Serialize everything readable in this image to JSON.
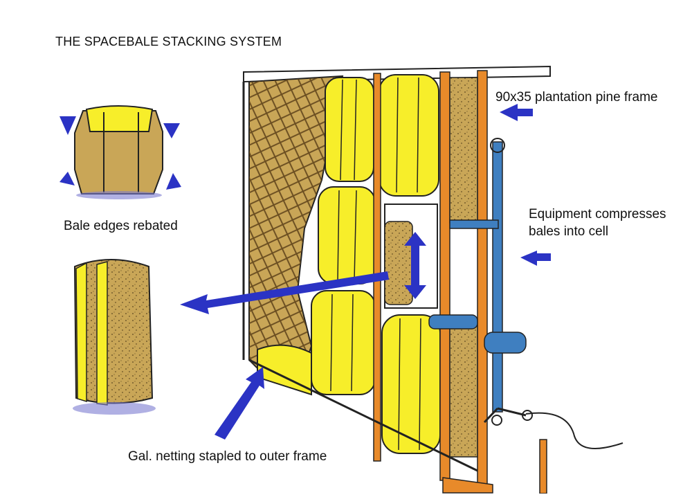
{
  "title": "THE SPACEBALE STACKING SYSTEM",
  "labels": {
    "frame": "90x35 plantation pine frame",
    "equipment_line1": "Equipment compresses",
    "equipment_line2": "bales into cell",
    "rebated": "Bale edges rebated",
    "netting": "Gal. netting stapled to outer frame"
  },
  "colors": {
    "bale_yellow": "#f7ee2a",
    "bale_tan": "#c9a657",
    "frame_orange": "#e88a2a",
    "arrow_blue": "#2b33c4",
    "equipment_blue": "#3f7fc0",
    "netting_brown": "#7a5a2a"
  }
}
